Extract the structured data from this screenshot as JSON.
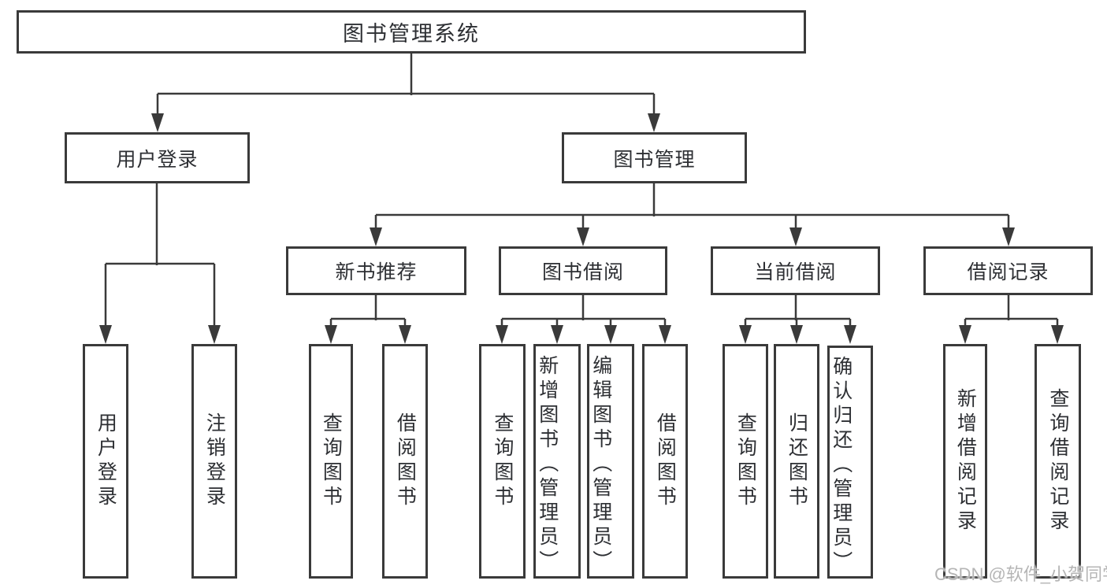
{
  "diagram": {
    "type": "hierarchy-tree",
    "root": {
      "label": "图书管理系统",
      "children": [
        {
          "label": "用户登录",
          "children": [
            {
              "label": "用户登录"
            },
            {
              "label": "注销登录"
            }
          ]
        },
        {
          "label": "图书管理",
          "children": [
            {
              "label": "新书推荐",
              "children": [
                {
                  "label": "查询图书"
                },
                {
                  "label": "借阅图书"
                }
              ]
            },
            {
              "label": "图书借阅",
              "children": [
                {
                  "label": "查询图书"
                },
                {
                  "label": "新增图书（管理员）"
                },
                {
                  "label": "编辑图书（管理员）"
                },
                {
                  "label": "借阅图书"
                }
              ]
            },
            {
              "label": "当前借阅",
              "children": [
                {
                  "label": "查询图书"
                },
                {
                  "label": "归还图书"
                },
                {
                  "label": "确认归还（管理员）"
                }
              ]
            },
            {
              "label": "借阅记录",
              "children": [
                {
                  "label": "新增借阅记录"
                },
                {
                  "label": "查询借阅记录"
                }
              ]
            }
          ]
        }
      ]
    }
  },
  "watermark": {
    "text": "CSDN @软件_小贺同学",
    "color": "#b5b5b5"
  },
  "colors": {
    "line": "#3a3a3a",
    "box_border": "#3a3a3a",
    "text": "#2d2f33",
    "background": "#ffffff"
  }
}
